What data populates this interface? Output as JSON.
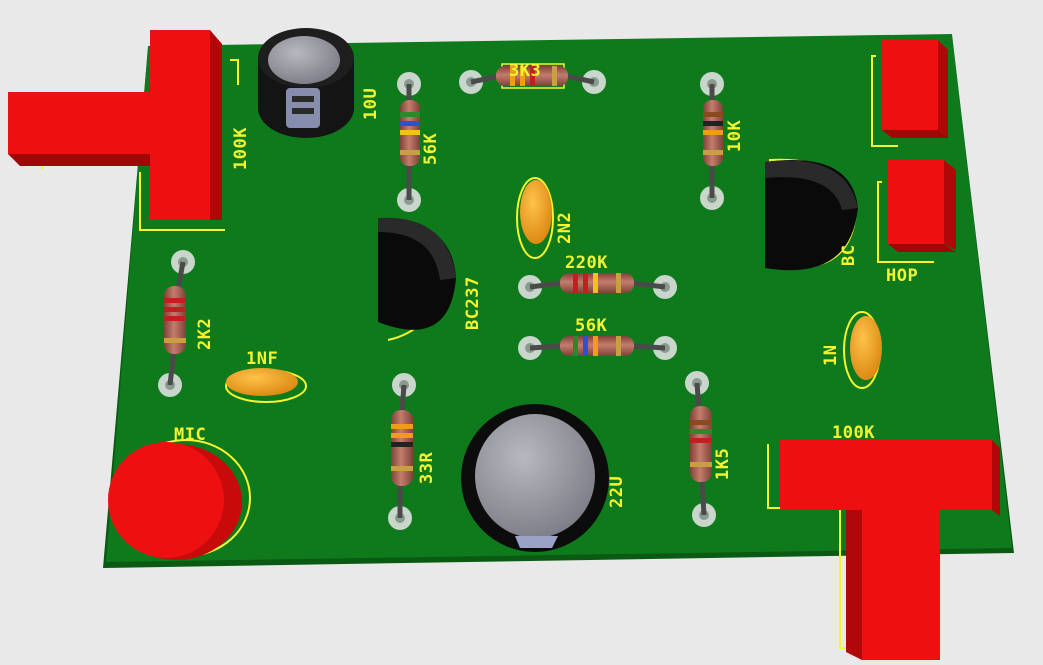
{
  "colors": {
    "background": "#e9e9ea",
    "board": "#0f7a1c",
    "board_edge": "#0a5c14",
    "silkscreen": "#f4f430",
    "pad": "#c9d6cc",
    "connector": "#ee0f0f",
    "transistor": "#111111",
    "capacitor_ceramic": "#f2a31d",
    "capacitor_electrolytic": "#1a1a1a",
    "resistor_body": "#b26a5c"
  },
  "labels": {
    "r_100k_top": "100K",
    "c_10u": "10U",
    "r_56k_left": "56K",
    "r_3k3": "3K3",
    "r_10k": "10K",
    "c_2n2": "2N2",
    "q_bc237": "BC237",
    "r_220k": "220K",
    "r_56k_mid": "56K",
    "q_right": "BC",
    "hop": "HOP",
    "c_1n": "1N",
    "r_2k2": "2K2",
    "c_1nf": "1NF",
    "mic": "MIC",
    "r_33r": "33R",
    "c_22u": "22U",
    "r_1k5": "1K5",
    "r_100k_bottom": "100K"
  }
}
